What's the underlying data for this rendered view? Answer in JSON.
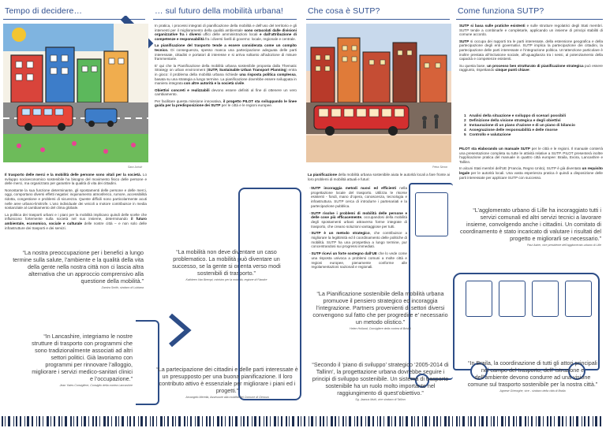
{
  "panels": {
    "p1_title": "Tempo di decidere…",
    "p2_title": "… sul futuro della mobilità urbana!",
    "p3_title": "Che cosa è SUTP?",
    "p4_title": "Come funziona SUTP?"
  },
  "colors": {
    "accent_blue": "#2f4f8f",
    "arrow_blue": "#2d4d87",
    "red": "#c0392b"
  },
  "panel1": {
    "drawing_caption": "Sara Jurisić",
    "text_p1_bold": "Il trasporto delle merci e la mobilità delle persone sono vitali per la società.",
    "text_p1_rest": " Lo sviluppo socioeconomico sostenibile ha bisogno del movimento fisico delle persone e delle merci, ma organizzato per garantire la qualità di vita dei cittadini.",
    "text_p2": "Nonostante la sua funzione determinante, gli spostamenti delle persone e delle merci, oggi, comportano diversi effetti negativi: inquinamento atmosferico, rumore, accessibilità ridotta, congestione e problemi di sicurezza. Queste difficili sono particolarmente acuti nelle aree urbano-limitrofe. L’uso individuale dei veicoli a motore contribuisce in media sostanziale al cambiamento del clima globale.",
    "text_p3_a": "La politica dei trasporti urbani e i piani per la mobilità implicano quindi delle scelte che influiscono fortemente sulla società nel suo insieme, determinando ",
    "text_p3_bold": "il futuro ambientale, economico, sociale e culturale",
    "text_p3_b": " delle nostre città – e non solo delle infrastrutture dei trasporti e dei servizi.",
    "quote1": "“La nostra preoccupazione per i benefici a lungo termine sulla salute, l’ambiente e la qualità della vita della gente nella nostra città non ci lascia altra alternativa che un approccio comprensivo alla questione della mobilità.”",
    "quote1_author": "Zamira Smith, sindaco di Lubiana",
    "quote2": "“In Lancashire, integriamo le nostre strutture di trasporto con programmi che sono tradizionalmente associati ad altri settori politici. Già lavoriamo con programmi per rinnovare l’alloggio, migliorare i servizi medico-sanitari clinici e l’occupazione.”",
    "quote2_author": "Jean Yates Consigliere, Consiglio della contea Lancashire"
  },
  "panel2": {
    "intro_a": "In pratica, i processi integrati di pianificazione della mobilità e dell’uso del territorio e gli interventi per il miglioramento della qualità ambientale ",
    "intro_bold": "sono ostacolati dalle divisioni organizzative fra i diversi",
    "intro_b": " uffici delle amministrazioni locali ",
    "intro_bold2": "e dall’attribuzione di competenze e responsabilità",
    "intro_c": " fra i diversi livelli di governo: locale, regionale e centrale.",
    "p2_bold": "La pianificazione del trasporto tende a essere considerata come un compito tecnico.",
    "p2_rest": " Di conseguenza, spesso manca una partecipazione adeguata delle parti interessate, cittadini e portatori di interesse e si arriva soltanto all’adozione di misure frammentarie.",
    "p3_a": "E’ qui che la Pianificazione della mobilità urbana sostenibile proposta dalla Thematic Strategy on urban environment (",
    "p3_bold": "SUTP, Sustainable Urban Transport Planning",
    "p3_b": ") entra in gioco: il problema della mobilità urbana richiede ",
    "p3_bold2": "una risposta politica complessa",
    "p3_c": ", basata su una strategia a lungo termine. La pianificazione dovrebbe essere sviluppata in maniera integrata ",
    "p3_bold3": "con altre autorità e la società civile",
    "p3_d": ".",
    "p4_bold": "Obiettivi concreti e realizzabili",
    "p4_rest": " devono essere definiti al fine di ottenere un vero cambiamento.",
    "p5_a": "Per facilitare questa missione innovativa, ",
    "p5_bold": "il progetto PILOT sta sviluppando le linee guida per la predisposizione dei SUTP",
    "p5_b": " per le città e le regioni europee.",
    "quote": "“La mobilità non deve diventare un caso problematico. La mobilità può diventare un successo, se la gente si orienta verso modi sostenibili di trasporto.”",
    "quote_author": "Kathleen Van Brempt, ministro per la mobilità, regione di Fiandre",
    "quote2": "“La partecipazione dei cittadini e delle parti interessate è un presupposto per una buona pianificazione. Il loro contributo attivo è essenziale per migliorare i piani ed i progetti.”",
    "quote2_author": "Arcangelo Merella, Assessore alla mobilità del Comune di Genova"
  },
  "panel3": {
    "drawing_caption": "Petra Simon",
    "intro_bold": "La pianificazione",
    "intro_rest": " della mobilità urbana sostenibile aiuta le autorità locali a fare fronte ai loro problemi di mobilità attuali e futuri:",
    "bullets": [
      {
        "bold": "SUTP incoraggia metodi nuovi ed efficienti",
        "rest": " nella progettazione locale del trasporto. Utilizza le risorse esistenti - fondi, mano d’opera, conoscenza, tecnologia e infrastruttura. SUTP cerca di introdurre i partenariati e la partecipazione pubblica."
      },
      {
        "bold": "SUTP risolve i problemi di mobilità delle persone e delle cose più efficacemente",
        "rest": ", occupandosi della mobilità degli spostamenti urbani attraverso forme integrate di trasporto, che creano soluzioni vantaggiose per tutti."
      },
      {
        "bold": "SUTP è un metodo strategico",
        "rest": ", che contribuisce a migliorare la legittimità ed il coordinamento delle politiche di mobilità. SUTP ha una prospettiva a lungo termine, pur concentrandosi sui progressi immediati."
      },
      {
        "bold": "SUTP ricevi un forte sostegno dall’UE",
        "rest": " che lo vede come una risposta univoca a problemi comuni a molte città e regioni europee, pienamente conforme alle regolamentazioni nazionali e regionali."
      }
    ],
    "quote": "“La Pianificazione sostenibile della mobilità urbana promuove il pensiero strategico ed incoraggia l’integrazione. Partners provenienti di settori diversi convengono sul fatto che per progredire e’ necessario un metodo olistico.”",
    "quote_author": "Helen Holland, Consigliere della contea di Bristol",
    "quote2": "“Secondo il ‘piano di sviluppo’ strategico ‘2005-2014 di Tallinn’, la progettazione urbana dovrebbe seguire i principi di sviluppo sostenibile. Un sistema di trasporto sostenibile ha un ruolo molto importante nel raggiungimento di quest’obiettivo.”",
    "quote2_author": "Sg. Jaanus Mutli, vice sindaco di Tallinn"
  },
  "panel4": {
    "p1_bold": "SUTP si basa sulle pratiche esistenti",
    "p1_rest": " e sulle strutture regolatrici degli Stati membri. SUTP tende a combinarle e completarle, applicando un insieme di principi stabiliti di comune accordo.",
    "p2_bold": "SUTP",
    "p2_rest": " si occupa dei rapporti tra le parti interessate, della estensione geografica e della partecipazione degli enti governativi. SUTP implica la partecipazione dei cittadini, la partecipazione delle parti interessate e l’integrazione politica. Un’attenzione particolare è inoltre prestata all’inclusione sociale, all’uguaglianza tra i sessi, al potenziamento della capacità e competenze esistenti.",
    "p3_a": "Su questa base, ",
    "p3_bold": "un processo ben strutturato di pianificazione strategica",
    "p3_b": " può essere raggiunto, rispettando ",
    "p3_bold2": "cinque punti chiave",
    "p3_c": ":",
    "steps": [
      "Analisi della situazione e sviluppo di scenari possibili",
      "Definizione della visione strategica e degli obiettivi",
      "Instaurazione di un piano d’azione e di un piano di bilancio",
      "Assegnazione delle responsabilità e delle risorse",
      "Controllo e valutazione"
    ],
    "p4_bold": "PILOT sta elaborando un manuale SUTP",
    "p4_rest": " per le città e le regioni. Il manuale conterrà una presentazione completa su tutte le attività relative a SUTP. PILOT presenterà inoltre l’applicazione pratica del manuale in quattro città europee: Braila, Evora, Lancashire e Tallinn.",
    "p5_a": "In alcuni Stati membri dell’UE (Francia, Regno Unito), SUTP è già diventato ",
    "p5_bold": "un requisito legale",
    "p5_b": " per le autorità locali. Una vasta esperienza pratica è quindi a disposizione delle parti interessate per applicare SUTP con successo.",
    "quote": "“L’agglomerato urbano di Lille ha incoraggiato tutti i servizi comunali ed altri servizi tecnici a lavorare insieme, convolgendo anche i cittadini. Un comitato di coordinamento è stato incaricato di valutare i risultati del progetto e migliorarli se necessario.”",
    "quote_author": "Paul Astier, vice presidente dell’agglomerato urbano di Lille",
    "quote2": "“In Braila, la coordinazione di tutti gli attori principali nel campo del trasporto, dell’ istruzione e dell’ambiente devono condurre ad una visione comune sul trasporto sostenibile per la nostra città.”",
    "quote2_author": "Agnese Gheorghe, vice - sindaco della città di Braila"
  }
}
